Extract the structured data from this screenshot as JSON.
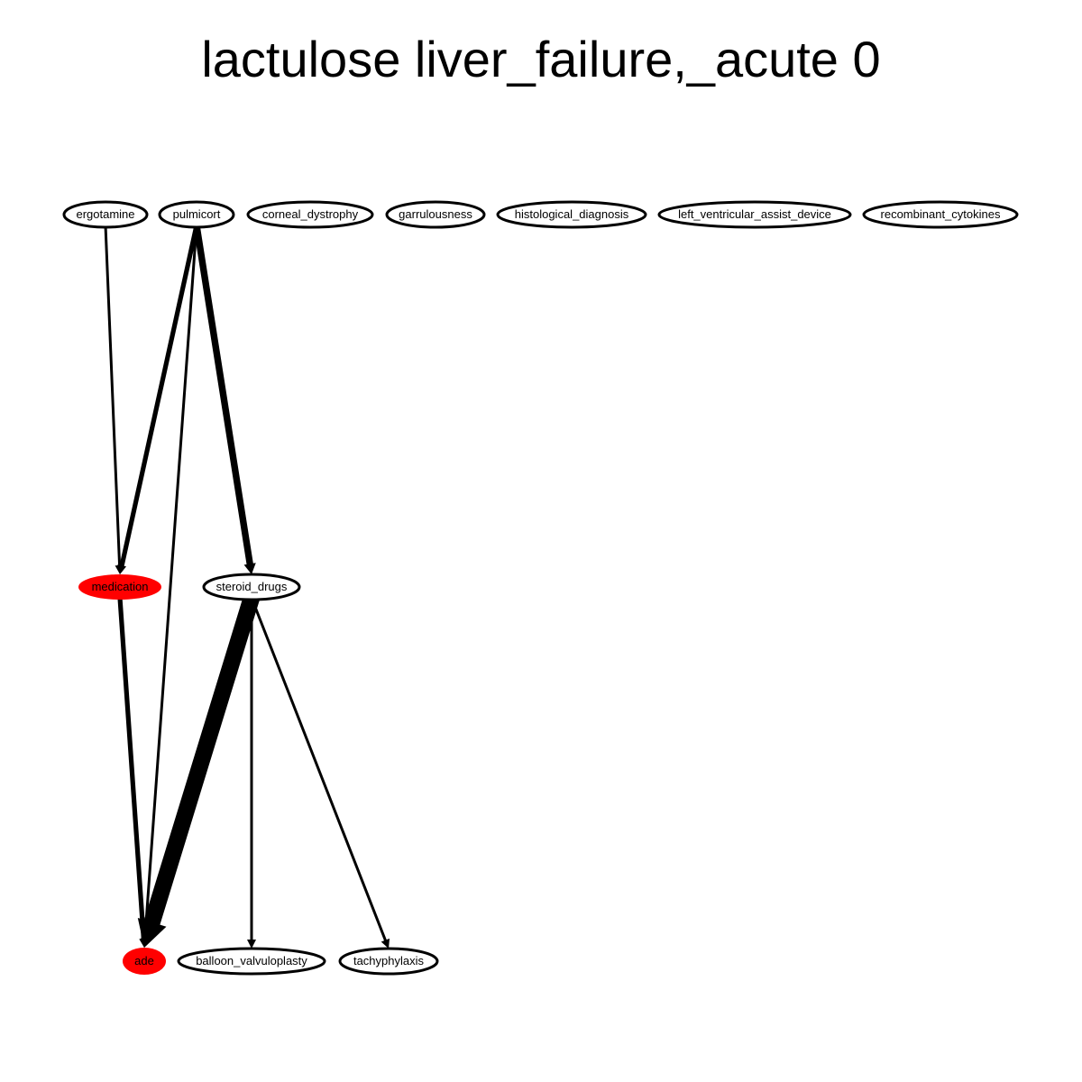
{
  "title": "lactulose liver_failure,_acute 0",
  "colors": {
    "highlight": "#ff0000",
    "node_fill": "#ffffff",
    "stroke": "#000000"
  },
  "nodes": [
    {
      "id": "ergotamine",
      "label": "ergotamine",
      "highlighted": false
    },
    {
      "id": "pulmicort",
      "label": "pulmicort",
      "highlighted": false
    },
    {
      "id": "corneal_dystrophy",
      "label": "corneal_dystrophy",
      "highlighted": false
    },
    {
      "id": "garrulousness",
      "label": "garrulousness",
      "highlighted": false
    },
    {
      "id": "histological_diagnosis",
      "label": "histological_diagnosis",
      "highlighted": false
    },
    {
      "id": "left_ventricular_assist_device",
      "label": "left_ventricular_assist_device",
      "highlighted": false
    },
    {
      "id": "recombinant_cytokines",
      "label": "recombinant_cytokines",
      "highlighted": false
    },
    {
      "id": "medication",
      "label": "medication",
      "highlighted": true
    },
    {
      "id": "steroid_drugs",
      "label": "steroid_drugs",
      "highlighted": false
    },
    {
      "id": "ade",
      "label": "ade",
      "highlighted": true
    },
    {
      "id": "balloon_valvuloplasty",
      "label": "balloon_valvuloplasty",
      "highlighted": false
    },
    {
      "id": "tachyphylaxis",
      "label": "tachyphylaxis",
      "highlighted": false
    }
  ],
  "edges": [
    {
      "from": "ergotamine",
      "to": "medication",
      "weight": 1
    },
    {
      "from": "pulmicort",
      "to": "medication",
      "weight": 2
    },
    {
      "from": "pulmicort",
      "to": "ade",
      "weight": 1
    },
    {
      "from": "pulmicort",
      "to": "steroid_drugs",
      "weight": 3
    },
    {
      "from": "medication",
      "to": "ade",
      "weight": 2
    },
    {
      "from": "steroid_drugs",
      "to": "ade",
      "weight": 8
    },
    {
      "from": "steroid_drugs",
      "to": "balloon_valvuloplasty",
      "weight": 1
    },
    {
      "from": "steroid_drugs",
      "to": "tachyphylaxis",
      "weight": 1
    }
  ]
}
